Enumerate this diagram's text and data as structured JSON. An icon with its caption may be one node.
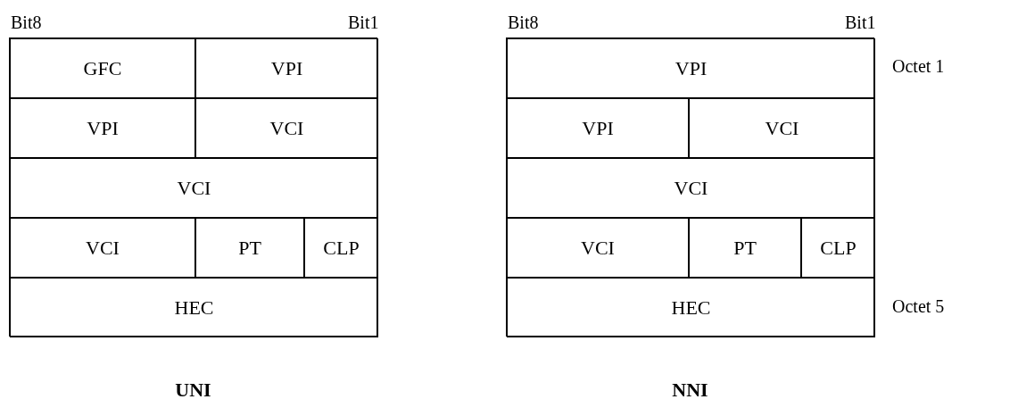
{
  "diagram": {
    "nodes": [
      {
        "text": [
          "UNI"
        ]
      },
      {
        "text": [
          "GFC"
        ],
        "in": 0
      },
      {
        "text": [
          "VPI"
        ],
        "in": 0
      },
      {
        "text": [
          "VPI"
        ],
        "in": 0
      },
      {
        "text": [
          "VCI"
        ],
        "in": 0
      },
      {
        "text": [
          "VCI"
        ],
        "in": 0
      },
      {
        "text": [
          "VCI"
        ],
        "in": 0
      },
      {
        "text": [
          "PT"
        ],
        "in": 0
      },
      {
        "text": [
          "CLP"
        ],
        "in": 0
      },
      {
        "text": [
          "HEC"
        ],
        "in": 0
      },
      {
        "text": [
          "NNI"
        ]
      },
      {
        "text": [
          "VPI"
        ],
        "in": 10
      },
      {
        "text": [
          "VPI"
        ],
        "in": 10
      },
      {
        "text": [
          "VCI"
        ],
        "in": 10
      },
      {
        "text": [
          "VCI"
        ],
        "in": 10
      },
      {
        "text": [
          "VCI"
        ],
        "in": 10
      },
      {
        "text": [
          "PT"
        ],
        "in": 10
      },
      {
        "text": [
          "CLP"
        ],
        "in": 10
      },
      {
        "text": [
          "HEC"
        ],
        "in": 10
      }
    ],
    "edges": [],
    "labels": [
      "Bit8",
      "Bit1",
      "Bit8",
      "Bit1",
      "Octet 1",
      "Octet 5"
    ]
  }
}
